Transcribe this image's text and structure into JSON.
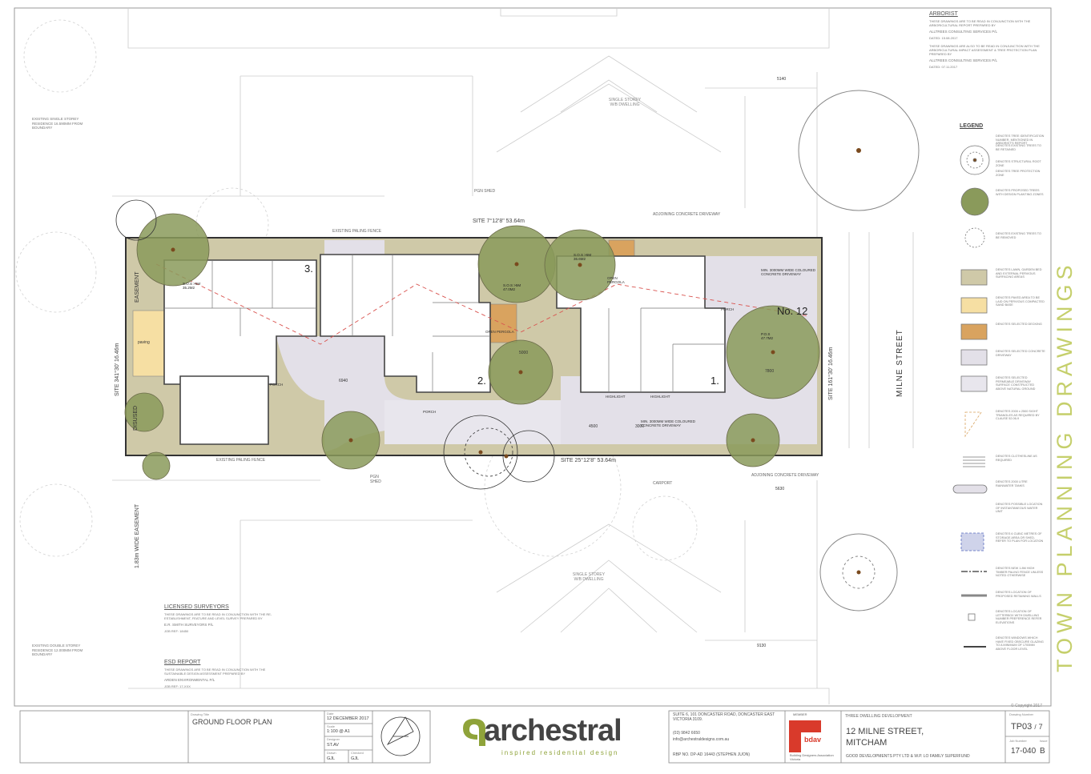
{
  "arborist": {
    "heading": "ARBORIST",
    "note1": "THESE DRAWINGS ARE TO BE READ IN CONJUNCTION WITH THE ARBORICULTURAL REPORT PREPARED BY",
    "firm1": "ALLTREES CONSULTING SERVICES P/L",
    "date1": "DATED: 15.08.2017",
    "note2": "THESE DRAWINGS ARE ALSO TO BE READ IN CONJUNCTION WITH THE ARBORICULTURAL IMPACT ASSESSMENT & TREE PROTECTION PLAN PREPARED BY",
    "firm2": "ALLTREES CONSULTING SERVICES P/L",
    "date2": "DATED: 07.11.2017"
  },
  "legend": {
    "heading": "LEGEND",
    "items": [
      {
        "symbol": "tree-id",
        "text": "DENOTES TREE IDENTIFICATION NUMBER, MENTIONED IN ARBORIST'S REPORT"
      },
      {
        "symbol": "existing-tree",
        "text": "DENOTES EXISTING TREES TO BE RETAINED"
      },
      {
        "symbol": "root-zone",
        "text": "DENOTES STRUCTURAL ROOT ZONE"
      },
      {
        "symbol": "tpz",
        "text": "DENOTES TREE PROTECTION ZONE"
      },
      {
        "symbol": "proposed-tree",
        "text": "DENOTES PROPOSED TREES WITH DESIGN PLANTING ZONES"
      },
      {
        "symbol": "removed-tree",
        "text": "DENOTES EXISTING TREES TO BE REMOVED"
      },
      {
        "symbol": "lawn",
        "text": "DENOTES LAWN, GARDEN BED AND EXTERNAL PERVIOUS SURFACING AREAS"
      },
      {
        "symbol": "paving",
        "text": "DENOTES PAVED AREA TO BE LAID ON PERVIOUS COMPACTED SAND BASE"
      },
      {
        "symbol": "decking",
        "text": "DENOTES SELECTED DECKING"
      },
      {
        "symbol": "concrete",
        "text": "DENOTES SELECTED CONCRETE DRIVEWAY"
      },
      {
        "symbol": "permeable",
        "text": "DENOTES SELECTED PERMEABLE DRIVEWAY SURFACE CONSTRUCTED ABOVE NATURAL GROUND"
      },
      {
        "symbol": "sight-triangle",
        "text": "DENOTES 2000 x 2500 SIGHT TRIANGLES AS REQUIRED BY CLAUSE 52.06-9"
      },
      {
        "symbol": "clothesline",
        "text": "DENOTES CLOTHESLINE AS REQUIRED"
      },
      {
        "symbol": "rainwater-tank",
        "text": "DENOTES 2000 LITRE RAINWATER TANKS"
      },
      {
        "symbol": "water-meter",
        "text": "DENOTES POSSIBLE LOCATION OF INSTANTANEOUS WATER UNIT"
      },
      {
        "symbol": "storage",
        "text": "DENOTES 6 CUBIC METRES OF STORAGE AREA OR SHED, REFER TO PLAN FOR LOCATION"
      },
      {
        "symbol": "fence",
        "text": "DENOTES NEW 1.8M HIGH TIMBER PALING FENCE UNLESS NOTED OTHERWISE"
      },
      {
        "symbol": "retaining",
        "text": "DENOTES LOCATION OF PROPOSED RETAINING WALLS"
      },
      {
        "symbol": "letterbox",
        "text": "DENOTES LOCATION OF LETTERBOX WITH DWELLING NUMBER PREFERENCE REFER ELEVATIONS"
      },
      {
        "symbol": "window",
        "text": "DENOTES WINDOWS WHICH HAVE FIXED OBSCURE GLAZING TO A MINIMUM OF 1700MM ABOVE FLOOR LEVEL"
      }
    ]
  },
  "vertical_title": "TOWN PLANNING DRAWINGS",
  "plan": {
    "easement": "EASEMENT",
    "disused": "DISUSED",
    "paving": "paving",
    "open_pergola_1": "OPEN PERGOLA",
    "open_pergola_2": "OPEN PERGOLA",
    "open_pergola_3": "OPEN PERGOLA",
    "porch_1": "PORCH",
    "porch_2": "PORCH",
    "porch_3": "PORCH",
    "unit_1": "1.",
    "unit_2": "2.",
    "unit_3": "3.",
    "street_no": "No. 12",
    "street": "MILNE STREET",
    "site_north": "SITE 7°12'8\"",
    "site_north_len": "53.64m",
    "site_south": "SITE 25°12'8\"",
    "site_south_len": "53.64m",
    "site_east": "SITE 161°30'",
    "site_east_len": "16.46m",
    "site_west": "SITE 341°30'",
    "site_west_len": "16.46m",
    "easement_label": "1.83m WIDE EASEMENT",
    "driveway_1": "MIN. 3000MM WIDE COLOURED CONCRETE DRIVEWAY",
    "driveway_2": "MIN. 3000MM WIDE COLOURED CONCRETE DRIVEWAY",
    "sos1_label": "S.O.S >5M",
    "sos1_value": "35.2M2",
    "sos2_label": "S.O.S >5M",
    "sos2_value": "36.6M2",
    "sos3_label": "S.O.S >5M",
    "sos3_value": "47.0M2",
    "pos_label": "P.O.S",
    "pos_value": "47.7M2",
    "highlight_1": "HIGHLIGHT",
    "highlight_2": "HIGHLIGHT",
    "dim_5000": "5000",
    "dim_7800": "7800",
    "dim_4500": "4500",
    "dim_3000": "3000",
    "dim_6940": "6940",
    "dim_5140": "5140",
    "dim_5630": "5630",
    "dim_9130": "9130",
    "existing_fence_n": "EXISTING PALING FENCE",
    "existing_fence_s": "EXISTING PALING FENCE",
    "adjoining_drive_n": "ADJOINING CONCRETE DRIVEWAY",
    "adjoining_drive_s": "ADJOINING CONCRETE DRIVEWAY",
    "single_storey_n": "SINGLE STOREY W/B DWELLING",
    "single_storey_s": "SINGLE STOREY W/B DWELLING",
    "carport": "CARPORT",
    "shed_1": "PGN SHED",
    "shed_2": "PGN SHED",
    "existing_residence": "EXISTING SINGLE STOREY RESIDENCE 16.590MM FROM BOUNDARY",
    "existing_double": "EXISTING DOUBLE STOREY RESIDENCE 12.000MM FROM BOUNDARY"
  },
  "surveyors": {
    "heading": "LICENSED SURVEYORS",
    "note": "THESE DRAWINGS ARE TO BE READ IN CONJUNCTION WITH THE RE-ESTABLISHMENT, FEATURE AND LEVEL SURVEY PREPARED BY",
    "firm": "E.R. SMITH SURVEYORS P/L",
    "ref": "JOB REF: 18450"
  },
  "esd": {
    "heading": "ESD REPORT",
    "note": "THESE DRAWINGS ARE TO BE READ IN CONJUNCTION WITH THE SUSTAINABLE DESIGN ASSESSMENT PREPARED BY",
    "firm": "ARDEN ENVIRONMENTAL P/L",
    "ref": "JOB REF: 17-XXX"
  },
  "title_block": {
    "drawing_title_label": "Drawing Title",
    "drawing_title": "GROUND FLOOR PLAN",
    "date_label": "Date",
    "date": "12 DECEMBER 2017",
    "scale_label": "Scale",
    "scale": "1:100 @ A1",
    "designer_label": "Designer",
    "designer": "ST.AV",
    "drawn_label": "Drawn",
    "drawn": "GJL",
    "checked_label": "Checked",
    "checked": "GJL",
    "company": "archestral",
    "tagline": "inspired residential design",
    "address": "SUITE 6, 101 DONCASTER ROAD, DONCASTER EAST VICTORIA 3109.",
    "phone": "(03) 9842 6650",
    "email": "info@archestraldesigns.com.au",
    "rbp": "RBP NO. DP-AD 16443 (STEPHEN JUON)",
    "member": "MEMBER",
    "bdav": "bdav",
    "bdav_full": "Building Designers Association Victoria",
    "project_label": "THREE DWELLING DEVELOPMENT",
    "project_address_1": "12 MILNE STREET,",
    "project_address_2": "MITCHAM",
    "client": "GOOD DEVELOPMENTS PTY LTD & W.P. LO FAMILY SUPERFUND",
    "drawing_number_label": "Drawing Number",
    "drawing_number": "TP03",
    "sheet_total": "7",
    "job_number_label": "Job Number",
    "job_number": "17-040",
    "issue_label": "Issue",
    "issue": "B",
    "copyright": "© Copyright 2017"
  },
  "colors": {
    "lawn": "#cfc9a8",
    "tree": "#8a9a5b",
    "paving": "#f6dfa3",
    "decking": "#d9a35f",
    "concrete": "#e3e0e8",
    "title_green": "#c5cf6b",
    "brand_green": "#8fa33a",
    "bdav_red": "#d93a2b"
  }
}
